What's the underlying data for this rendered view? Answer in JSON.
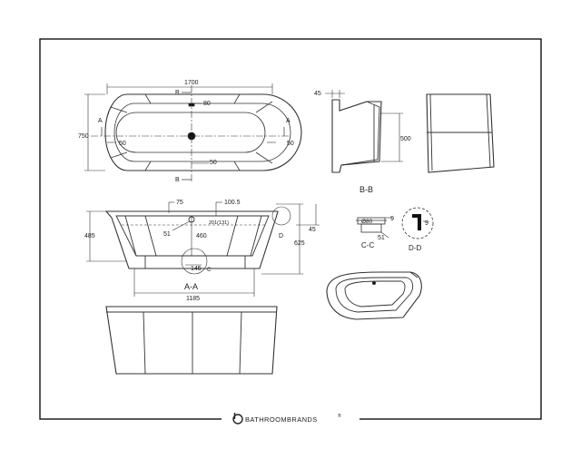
{
  "top_view": {
    "width": "1700",
    "height": "750",
    "offset_top": "80",
    "offset_left": "50",
    "offset_right": "50",
    "offset_bottom": "50",
    "mark_b_top": "B",
    "mark_b_bottom": "B",
    "mark_a_left": "A",
    "mark_a_right": "A"
  },
  "section_aa": {
    "label": "A-A",
    "length": "1185",
    "depth": "485",
    "height": "625",
    "dim_75": "75",
    "dim_100": "100.5",
    "dim_201": "201(131)",
    "dim_460": "460",
    "dim_51": "51",
    "dim_45": "45",
    "dim_145": "145",
    "mark_c": "C",
    "mark_d": "D"
  },
  "section_bb": {
    "label": "B-B",
    "dim_45": "45",
    "dim_500": "500"
  },
  "detail_cc": {
    "label": "C-C",
    "dim_80": "Ø80",
    "dim_9": "9",
    "dim_51": "51"
  },
  "detail_dd": {
    "label": "D-D",
    "dim_9": "9"
  },
  "brand": {
    "name": "BATHROOMBRANDS",
    "mark": "®"
  }
}
